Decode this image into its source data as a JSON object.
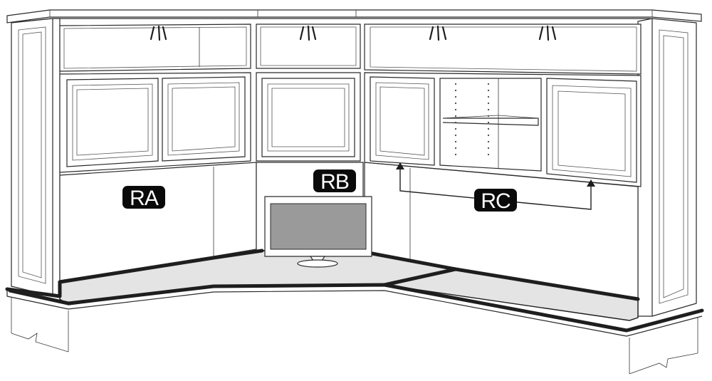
{
  "labels": {
    "ra": "RA",
    "rb": "RB",
    "rc": "RC"
  },
  "colors": {
    "tag_background": "#0a0a0a",
    "tag_text": "#ffffff",
    "desk_top": "#e4e4e4",
    "monitor_screen": "#9a9a9a"
  }
}
